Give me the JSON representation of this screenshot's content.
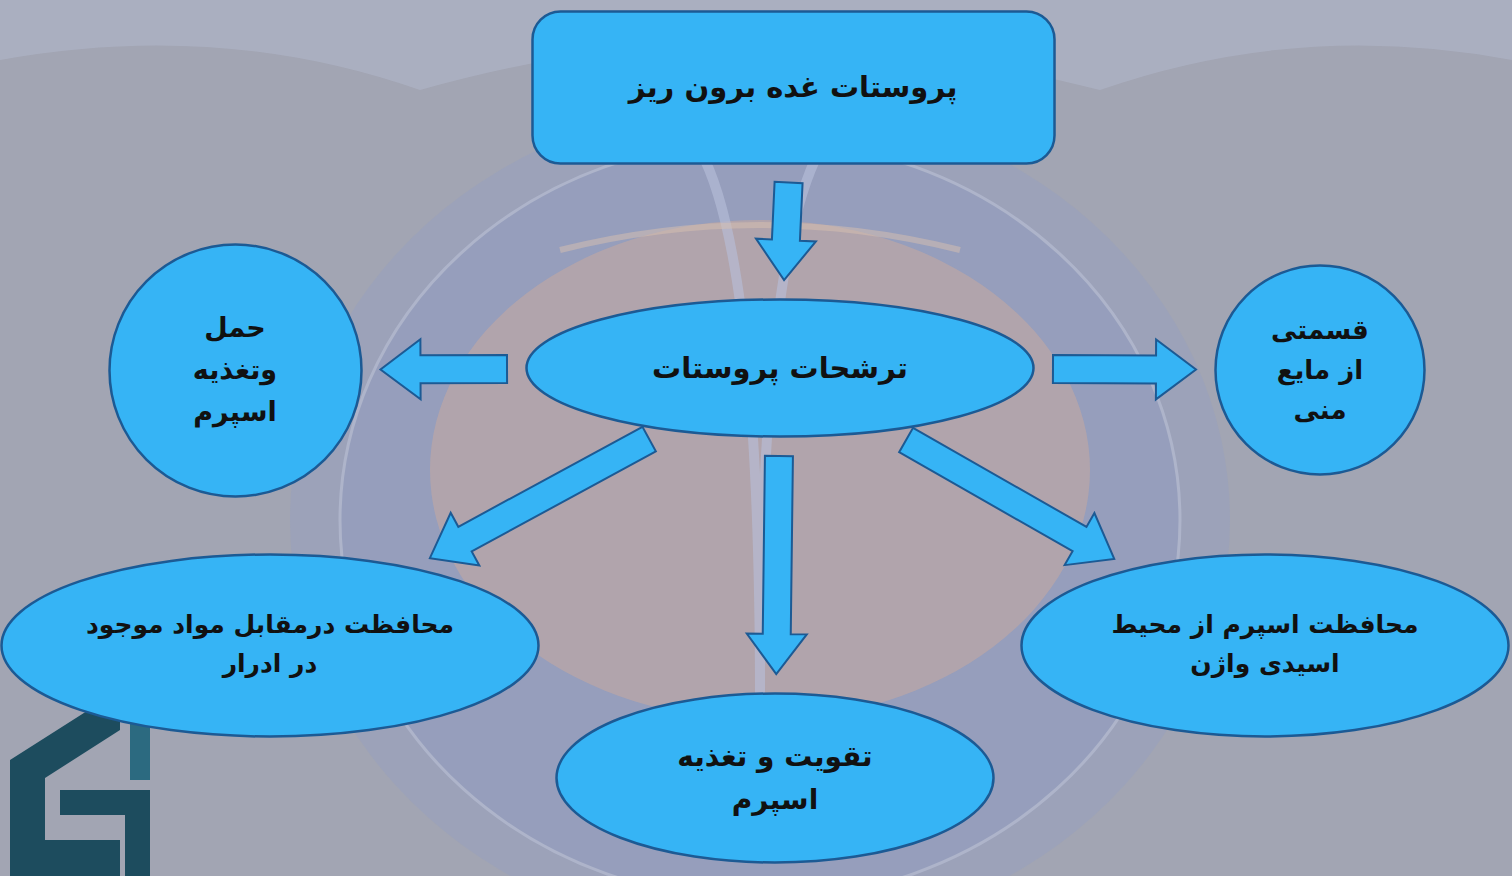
{
  "diagram": {
    "nodes": [
      {
        "text": [
          "پروستات غده برون ریز"
        ]
      },
      {
        "text": [
          "قسمتی از مایع منی"
        ]
      },
      {
        "text": [
          "ترشحات پروستات"
        ]
      },
      {
        "text": [
          "حمل وتغذیه اسپرم"
        ]
      },
      {
        "text": [
          "محافظت اسپرم از محیط اسیدی واژن"
        ]
      },
      {
        "text": [
          "تقویت و تغذیه اسپرم"
        ]
      },
      {
        "text": [
          "محافظت درمقابل مواد موجود در ادرار"
        ]
      }
    ],
    "edges": [
      {
        "from": 0,
        "to": 2,
        "arrow": "to"
      },
      {
        "from": 2,
        "to": 1,
        "arrow": "to"
      },
      {
        "from": 2,
        "to": 3,
        "arrow": "to"
      },
      {
        "from": 2,
        "to": 4,
        "arrow": "to"
      },
      {
        "from": 2,
        "to": 5,
        "arrow": "to"
      },
      {
        "from": 2,
        "to": 6,
        "arrow": "to"
      }
    ]
  }
}
